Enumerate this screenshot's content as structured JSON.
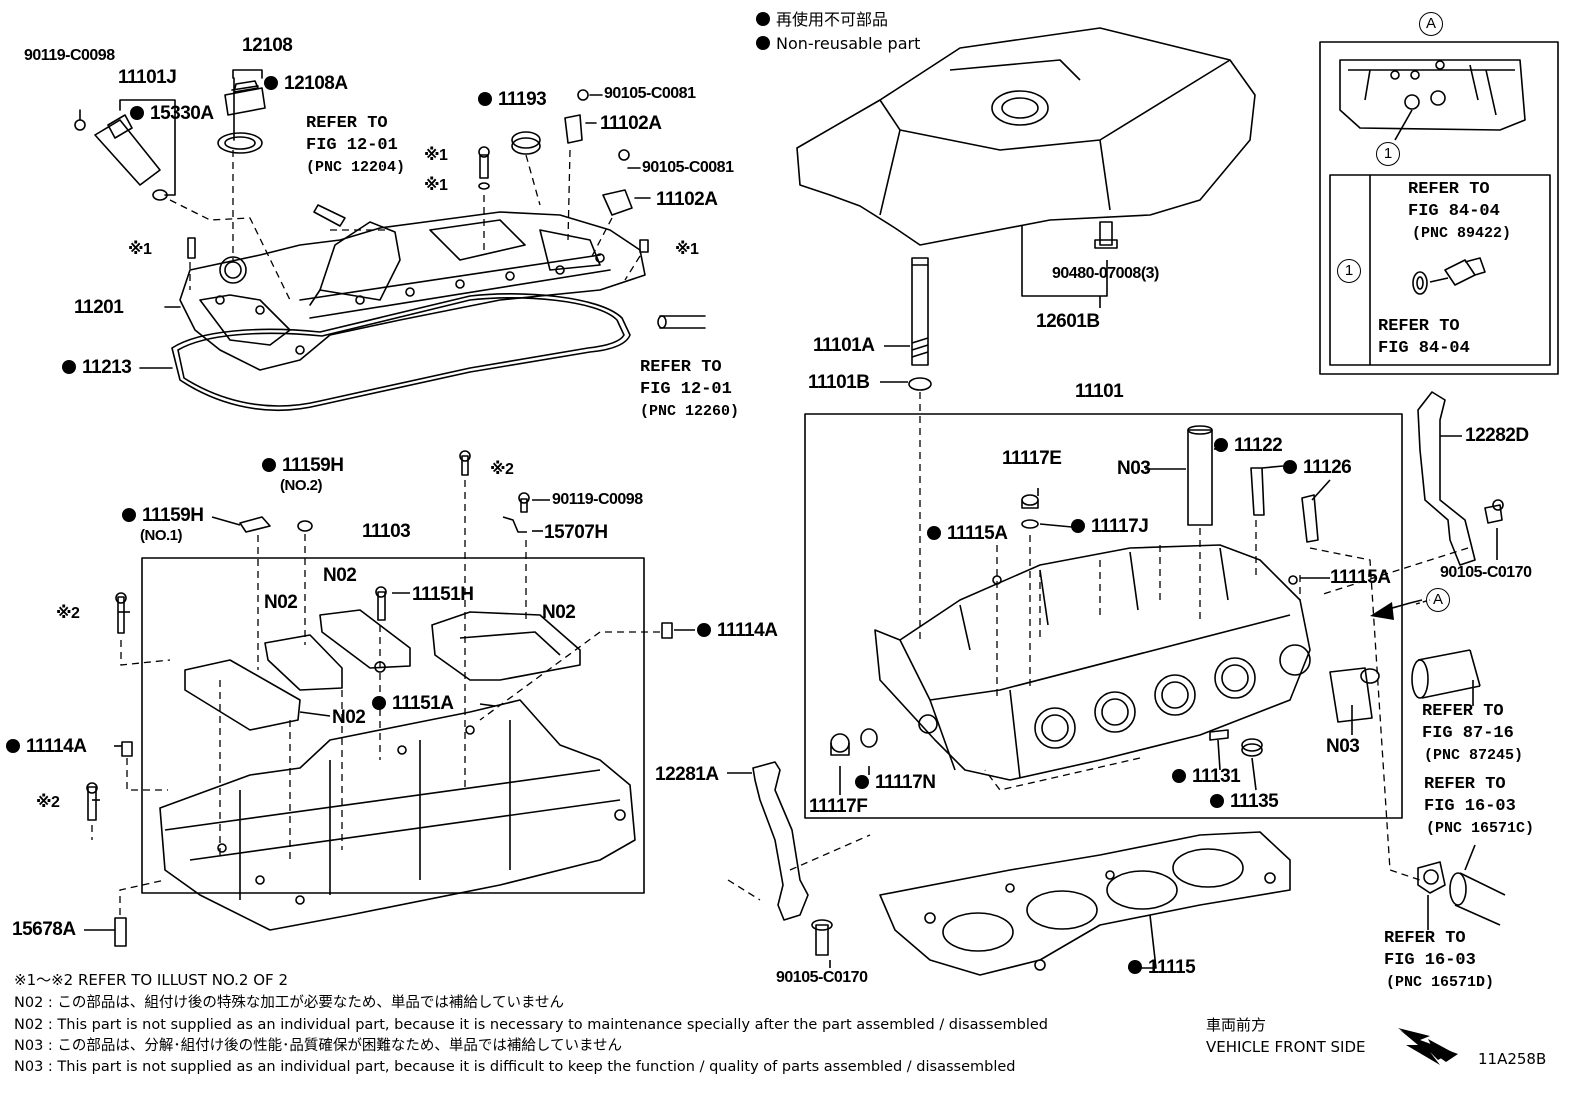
{
  "legend": {
    "non_reusable_jp": "再使用不可部品",
    "non_reusable_en": "Non-reusable part"
  },
  "labels": {
    "p90119_c0098_a": "90119-C0098",
    "p12108": "12108",
    "p11101j": "11101J",
    "p12108a": "12108A",
    "p15330a": "15330A",
    "refer_fig_12_01_a": "REFER TO",
    "refer_fig_12_01_a2": "FIG 12-01",
    "refer_fig_12_01_a3": "(PNC 12204)",
    "p11193": "11193",
    "p90105_c0081_a": "90105-C0081",
    "p11102a_a": "11102A",
    "x1_a": "※1",
    "x1_b": "※1",
    "p90105_c0081_b": "90105-C0081",
    "p11102a_b": "11102A",
    "x1_c": "※1",
    "x1_d": "※1",
    "p11201": "11201",
    "p11213": "11213",
    "refer_fig_12_01_b": "REFER TO",
    "refer_fig_12_01_b2": "FIG 12-01",
    "refer_fig_12_01_b3": "(PNC 12260)",
    "p11159h_a": "11159H",
    "p11159h_a_no": "(NO.2)",
    "x2_a": "※2",
    "p90119_c0098_b": "90119-C0098",
    "p11159h_b": "11159H",
    "p11159h_b_no": "(NO.1)",
    "p11103": "11103",
    "p15707h": "15707H",
    "x2_b": "※2",
    "n02_a": "N02",
    "n02_b": "N02",
    "p11151h": "11151H",
    "n02_c": "N02",
    "p11114a_a": "11114A",
    "n02_d": "N02",
    "p11151a": "11151A",
    "p11114a_b": "11114A",
    "x2_c": "※2",
    "p15678a": "15678A",
    "p12281a": "12281A",
    "p90105_c0170_a": "90105-C0170",
    "p90480_07008": "90480-07008(3)",
    "p12601b": "12601B",
    "p11101a": "11101A",
    "p11101b": "11101B",
    "p11101": "11101",
    "p11117e": "11117E",
    "n03_a": "N03",
    "p11122": "11122",
    "p11126": "11126",
    "p11115a_a": "11115A",
    "p11117j": "11117J",
    "p11115a_b": "11115A",
    "n03_b": "N03",
    "p11117n": "11117N",
    "p11117f": "11117F",
    "p11131": "11131",
    "p11135": "11135",
    "p11115": "11115",
    "p12282d": "12282D",
    "p90105_c0170_b": "90105-C0170",
    "circle_a_top": "A",
    "circle_a_arrow": "A",
    "circle_1_a": "1",
    "circle_1_b": "1",
    "refer_fig_84_04_a": "REFER TO",
    "refer_fig_84_04_a2": "FIG 84-04",
    "refer_fig_84_04_a3": "(PNC 89422)",
    "refer_fig_84_04_b": "REFER TO",
    "refer_fig_84_04_b2": "FIG 84-04",
    "refer_fig_87_16": "REFER TO",
    "refer_fig_87_16_2": "FIG 87-16",
    "refer_fig_87_16_3": "(PNC 87245)",
    "refer_fig_16_03_a": "REFER TO",
    "refer_fig_16_03_a2": "FIG 16-03",
    "refer_fig_16_03_a3": "(PNC 16571C)",
    "refer_fig_16_03_b": "REFER TO",
    "refer_fig_16_03_b2": "FIG 16-03",
    "refer_fig_16_03_b3": "(PNC 16571D)"
  },
  "notes": {
    "x_ref": "※1～※2  REFER TO ILLUST NO.2 OF 2",
    "n02_jp": "N02 : この部品は、組付け後の特殊な加工が必要なため、単品では補給していません",
    "n02_en": "N02 : This part is not supplied as an individual part, because it is necessary to maintenance specially after the part assembled / disassembled",
    "n03_jp": "N03 : この部品は、分解･組付け後の性能･品質確保が困難なため、単品では補給していません",
    "n03_en": "N03 : This part is not supplied as an individual part, because it is difficult to keep the function / quality of parts  assembled / disassembled"
  },
  "vehicle_front": {
    "jp": "車両前方",
    "en": "VEHICLE FRONT SIDE"
  },
  "diagram_id": "11A258B"
}
